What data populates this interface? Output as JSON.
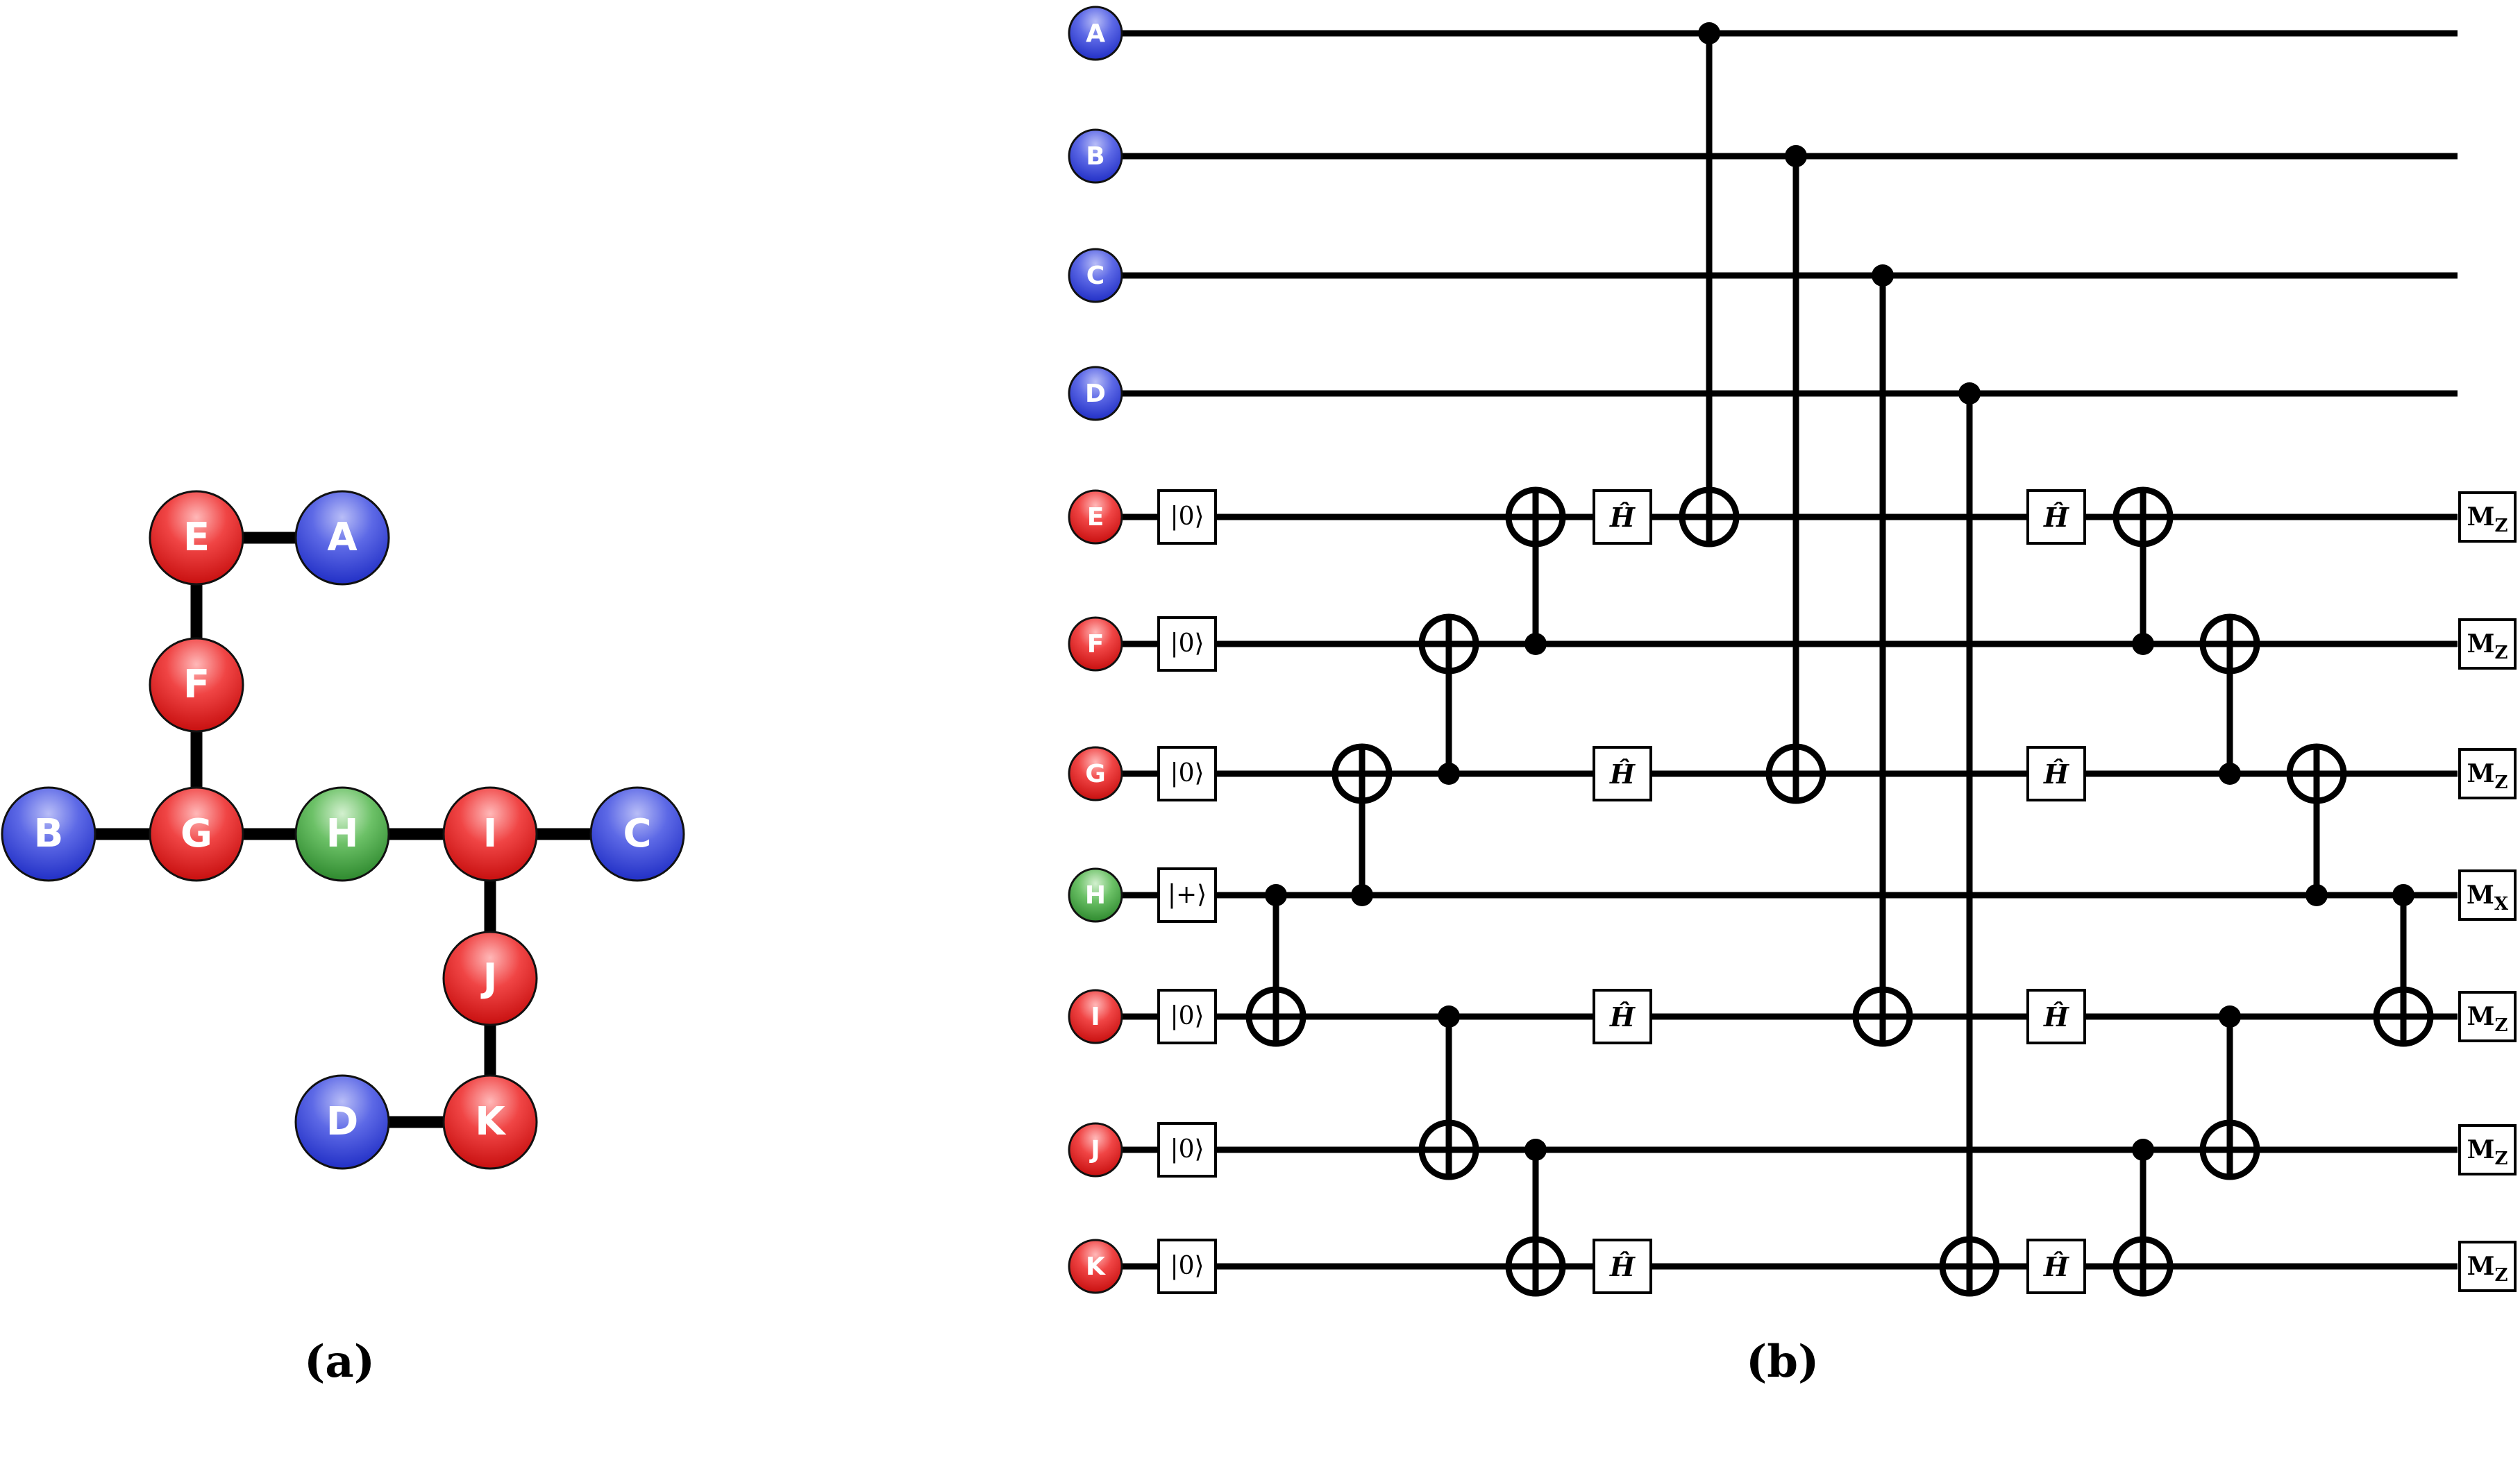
{
  "graph": {
    "nodes": [
      {
        "id": "A",
        "role": "data"
      },
      {
        "id": "B",
        "role": "data"
      },
      {
        "id": "C",
        "role": "data"
      },
      {
        "id": "D",
        "role": "data"
      },
      {
        "id": "E",
        "role": "ancilla"
      },
      {
        "id": "F",
        "role": "ancilla"
      },
      {
        "id": "G",
        "role": "ancilla"
      },
      {
        "id": "H",
        "role": "root"
      },
      {
        "id": "I",
        "role": "ancilla"
      },
      {
        "id": "J",
        "role": "ancilla"
      },
      {
        "id": "K",
        "role": "ancilla"
      }
    ],
    "edges": [
      [
        "E",
        "A"
      ],
      [
        "E",
        "F"
      ],
      [
        "F",
        "G"
      ],
      [
        "B",
        "G"
      ],
      [
        "G",
        "H"
      ],
      [
        "H",
        "I"
      ],
      [
        "I",
        "C"
      ],
      [
        "I",
        "J"
      ],
      [
        "J",
        "K"
      ],
      [
        "D",
        "K"
      ]
    ]
  },
  "circuit": {
    "wires": [
      {
        "id": "A",
        "role": "data",
        "init": "",
        "measure": ""
      },
      {
        "id": "B",
        "role": "data",
        "init": "",
        "measure": ""
      },
      {
        "id": "C",
        "role": "data",
        "init": "",
        "measure": ""
      },
      {
        "id": "D",
        "role": "data",
        "init": "",
        "measure": ""
      },
      {
        "id": "E",
        "role": "ancilla",
        "init": "|0⟩",
        "measure": "M_Z"
      },
      {
        "id": "F",
        "role": "ancilla",
        "init": "|0⟩",
        "measure": "M_Z"
      },
      {
        "id": "G",
        "role": "ancilla",
        "init": "|0⟩",
        "measure": "M_Z"
      },
      {
        "id": "H",
        "role": "root",
        "init": "|+⟩",
        "measure": "M_X"
      },
      {
        "id": "I",
        "role": "ancilla",
        "init": "|0⟩",
        "measure": "M_Z"
      },
      {
        "id": "J",
        "role": "ancilla",
        "init": "|0⟩",
        "measure": "M_Z"
      },
      {
        "id": "K",
        "role": "ancilla",
        "init": "|0⟩",
        "measure": "M_Z"
      }
    ],
    "hadamard_label": "Ĥ",
    "gates": [
      {
        "type": "cnot",
        "control": "H",
        "target": "I"
      },
      {
        "type": "cnot",
        "control": "H",
        "target": "G"
      },
      {
        "type": "cnot",
        "control": "G",
        "target": "F"
      },
      {
        "type": "cnot",
        "control": "I",
        "target": "J"
      },
      {
        "type": "cnot",
        "control": "F",
        "target": "E"
      },
      {
        "type": "cnot",
        "control": "J",
        "target": "K"
      },
      {
        "type": "h",
        "wires": [
          "E",
          "G",
          "I",
          "K"
        ]
      },
      {
        "type": "cnot",
        "control": "A",
        "target": "E"
      },
      {
        "type": "cnot",
        "control": "B",
        "target": "G"
      },
      {
        "type": "cnot",
        "control": "C",
        "target": "I"
      },
      {
        "type": "cnot",
        "control": "D",
        "target": "K"
      },
      {
        "type": "h",
        "wires": [
          "E",
          "G",
          "I",
          "K"
        ]
      },
      {
        "type": "cnot",
        "control": "F",
        "target": "E"
      },
      {
        "type": "cnot",
        "control": "J",
        "target": "K"
      },
      {
        "type": "cnot",
        "control": "G",
        "target": "F"
      },
      {
        "type": "cnot",
        "control": "I",
        "target": "J"
      },
      {
        "type": "cnot",
        "control": "H",
        "target": "G"
      },
      {
        "type": "cnot",
        "control": "H",
        "target": "I"
      }
    ]
  },
  "colors": {
    "data": "#3f4fd8",
    "ancilla": "#e62a2a",
    "root": "#3fa33f",
    "line": "#000000"
  },
  "captions": {
    "a": "(a)",
    "b": "(b)"
  }
}
